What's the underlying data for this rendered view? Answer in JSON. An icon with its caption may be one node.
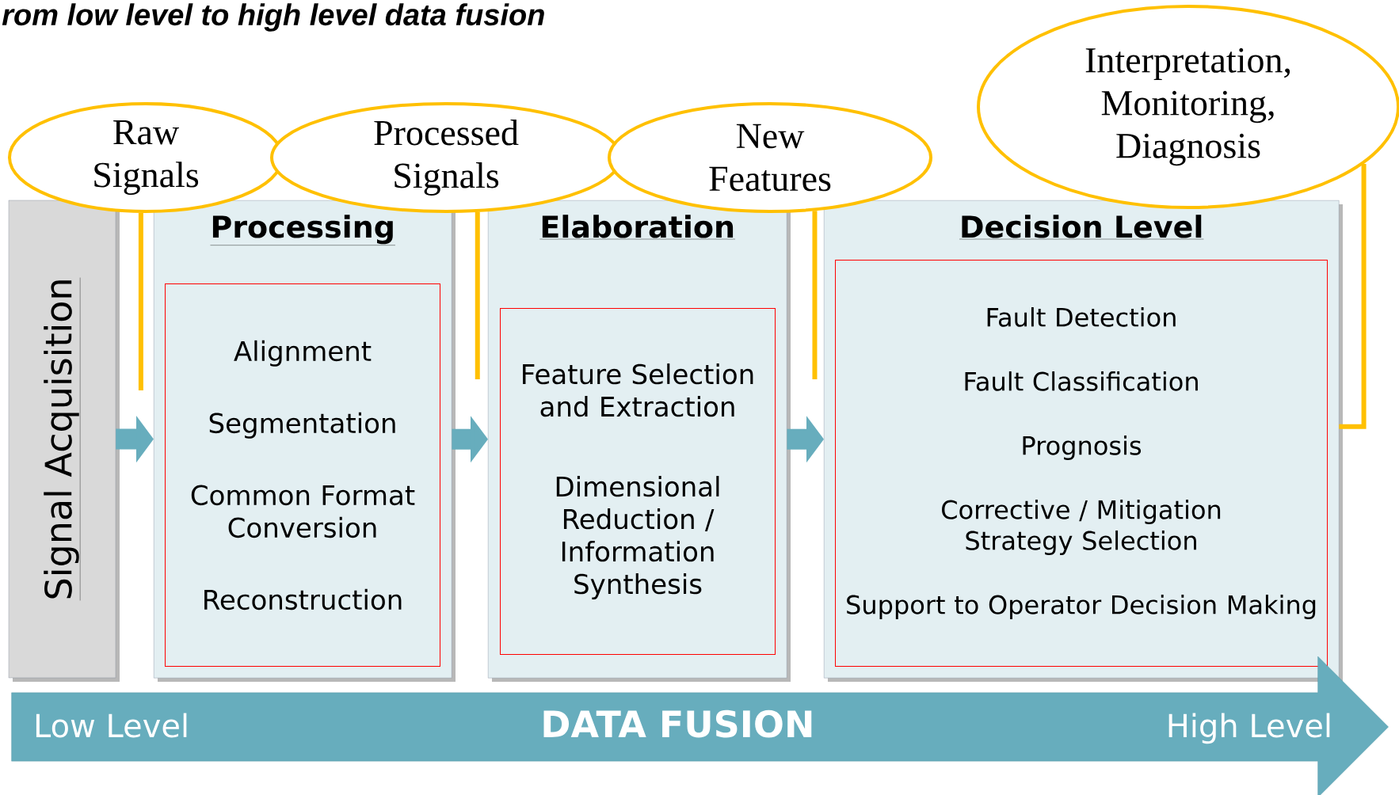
{
  "diagram": {
    "title": "rom low level to high level data fusion",
    "nodes": [
      {
        "text": [
          "Raw Signals"
        ]
      },
      {
        "text": [
          "Processed Signals"
        ]
      },
      {
        "text": [
          "New Features"
        ]
      },
      {
        "text": [
          "Interpretation, Monitoring, Diagnosis"
        ]
      },
      {
        "text": [
          "Signal Acquisition"
        ]
      },
      {
        "text": [
          "Processing"
        ]
      },
      {
        "text": [
          "Alignment",
          "Segmentation",
          "Common Format Conversion",
          "Reconstruction"
        ],
        "in": 5
      },
      {
        "text": [
          "Elaboration"
        ]
      },
      {
        "text": [
          "Feature Selection and Extraction",
          "Dimensional Reduction / Information Synthesis"
        ],
        "in": 7
      },
      {
        "text": [
          "Decision Level"
        ]
      },
      {
        "text": [
          "Fault Detection",
          "Fault Classification",
          "Prognosis",
          "Corrective / Mitigation Strategy Selection",
          "Support to Operator Decision Making"
        ],
        "in": 9
      },
      {
        "text": [
          "Low Level",
          "DATA FUSION",
          "High Level"
        ]
      }
    ],
    "edges": [
      {
        "from": 4,
        "to": 5,
        "arrow": "to",
        "style": "thick",
        "color": "#67adbd"
      },
      {
        "from": 5,
        "to": 7,
        "arrow": "to",
        "style": "thick",
        "color": "#67adbd"
      },
      {
        "from": 7,
        "to": 9,
        "arrow": "to",
        "style": "thick",
        "color": "#67adbd"
      },
      {
        "from": 0,
        "to": 5,
        "arrow": "none",
        "color": "#ffc000"
      },
      {
        "from": 1,
        "to": 7,
        "arrow": "none",
        "color": "#ffc000"
      },
      {
        "from": 2,
        "to": 9,
        "arrow": "none",
        "color": "#ffc000"
      },
      {
        "from": 3,
        "to": 9,
        "arrow": "none",
        "color": "#ffc000"
      }
    ]
  }
}
